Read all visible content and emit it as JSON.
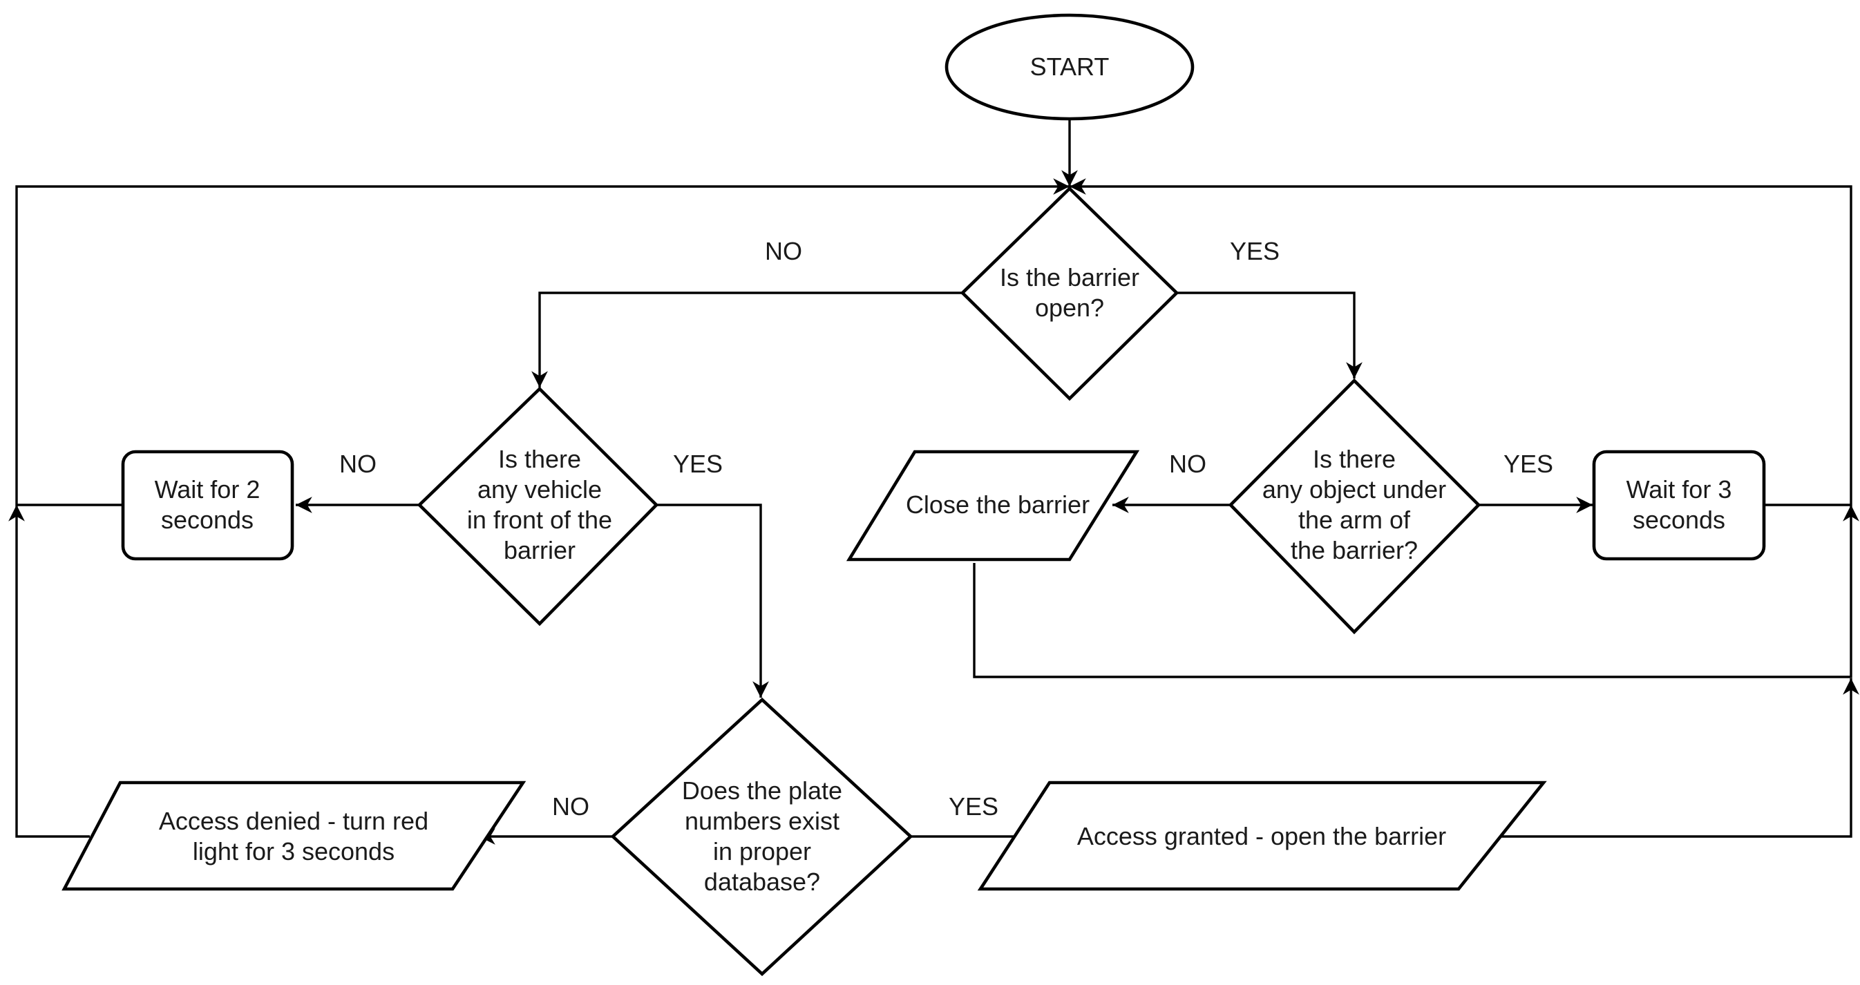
{
  "diagram": {
    "colors": {
      "stroke": "#000000",
      "fill": "#ffffff",
      "text": "#1a1a1a"
    },
    "nodes": {
      "start": {
        "shape": "terminator",
        "lines": [
          "START"
        ]
      },
      "barrier_open": {
        "shape": "decision",
        "lines": [
          "Is the barrier",
          "open?"
        ]
      },
      "vehicle_front": {
        "shape": "decision",
        "lines": [
          "Is there",
          "any vehicle",
          "in front of the",
          "barrier"
        ]
      },
      "wait_2": {
        "shape": "process",
        "lines": [
          "Wait for 2",
          "seconds"
        ]
      },
      "object_under_arm": {
        "shape": "decision",
        "lines": [
          "Is there",
          "any object under",
          "the arm of",
          "the barrier?"
        ]
      },
      "close_barrier": {
        "shape": "data",
        "lines": [
          "Close the barrier"
        ]
      },
      "wait_3": {
        "shape": "process",
        "lines": [
          "Wait for 3",
          "seconds"
        ]
      },
      "plate_exists": {
        "shape": "decision",
        "lines": [
          "Does the plate",
          "numbers exist",
          "in proper",
          "database?"
        ]
      },
      "access_denied": {
        "shape": "data",
        "lines": [
          "Access denied - turn red",
          "light for 3 seconds"
        ]
      },
      "access_granted": {
        "shape": "data",
        "lines": [
          "Access granted - open the barrier"
        ]
      }
    },
    "edge_labels": {
      "barrier_no": "NO",
      "barrier_yes": "YES",
      "vehicle_no": "NO",
      "vehicle_yes": "YES",
      "object_no": "NO",
      "object_yes": "YES",
      "plate_no": "NO",
      "plate_yes": "YES"
    }
  }
}
